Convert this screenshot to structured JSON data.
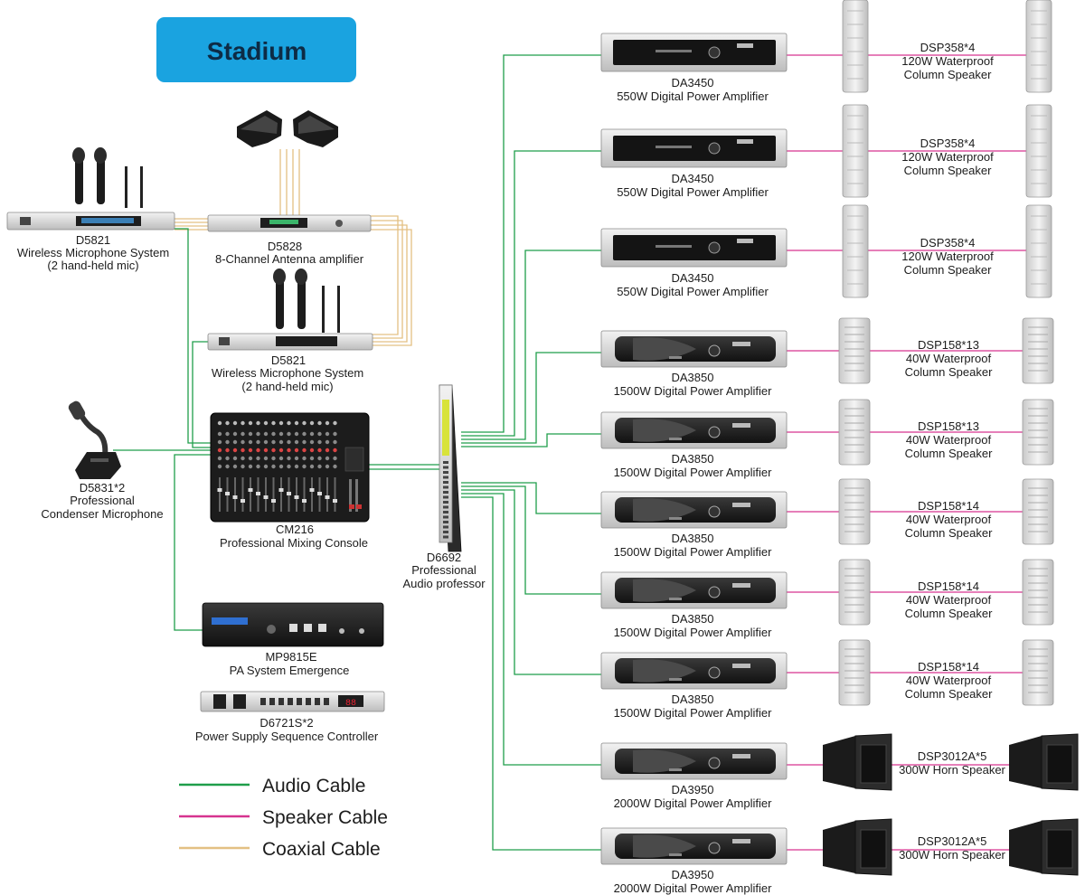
{
  "title": "Stadium",
  "colors": {
    "title_box": "#1aa3e0",
    "audio_cable": "#1f9e4a",
    "speaker_cable": "#d6338f",
    "coaxial_cable": "#e3c083"
  },
  "legend": [
    {
      "label": "Audio Cable",
      "color": "#1f9e4a"
    },
    {
      "label": "Speaker Cable",
      "color": "#d6338f"
    },
    {
      "label": "Coaxial Cable",
      "color": "#e3c083"
    }
  ],
  "left_devices": [
    {
      "icon": "antenna-icon",
      "lines": []
    },
    {
      "icon": "wireless-receiver-icon",
      "lines": [
        "D5821",
        "Wireless Microphone System",
        "(2 hand-held mic)"
      ]
    },
    {
      "icon": "antenna-amplifier-icon",
      "lines": [
        "D5828",
        "8-Channel Antenna amplifier"
      ]
    },
    {
      "icon": "wireless-receiver-icon",
      "lines": [
        "D5821",
        "Wireless Microphone System",
        "(2 hand-held mic)"
      ]
    },
    {
      "icon": "gooseneck-microphone-icon",
      "lines": [
        "D5831*2",
        "Professional",
        "Condenser Microphone"
      ]
    },
    {
      "icon": "mixing-console-icon",
      "lines": [
        "CM216",
        "Professional Mixing Console"
      ]
    },
    {
      "icon": "audio-processor-icon",
      "lines": [
        "D6692",
        "Professional",
        "Audio professor"
      ]
    },
    {
      "icon": "pa-emergency-icon",
      "lines": [
        "MP9815E",
        "PA System Emergence"
      ]
    },
    {
      "icon": "power-sequencer-icon",
      "lines": [
        "D6721S*2",
        "Power Supply Sequence Controller"
      ]
    }
  ],
  "amp_rows": [
    {
      "amp_model": "DA3450",
      "amp_desc": "550W Digital Power Amplifier",
      "speaker_model": "DSP358*4",
      "speaker_desc": [
        "120W Waterproof",
        "Column Speaker"
      ],
      "speaker_type": "column"
    },
    {
      "amp_model": "DA3450",
      "amp_desc": "550W Digital Power Amplifier",
      "speaker_model": "DSP358*4",
      "speaker_desc": [
        "120W Waterproof",
        "Column Speaker"
      ],
      "speaker_type": "column"
    },
    {
      "amp_model": "DA3450",
      "amp_desc": "550W Digital Power Amplifier",
      "speaker_model": "DSP358*4",
      "speaker_desc": [
        "120W Waterproof",
        "Column Speaker"
      ],
      "speaker_type": "column"
    },
    {
      "amp_model": "DA3850",
      "amp_desc": "1500W Digital Power Amplifier",
      "speaker_model": "DSP158*13",
      "speaker_desc": [
        "40W Waterproof",
        "Column Speaker"
      ],
      "speaker_type": "small"
    },
    {
      "amp_model": "DA3850",
      "amp_desc": "1500W Digital Power Amplifier",
      "speaker_model": "DSP158*13",
      "speaker_desc": [
        "40W Waterproof",
        "Column Speaker"
      ],
      "speaker_type": "small"
    },
    {
      "amp_model": "DA3850",
      "amp_desc": "1500W Digital Power Amplifier",
      "speaker_model": "DSP158*14",
      "speaker_desc": [
        "40W Waterproof",
        "Column Speaker"
      ],
      "speaker_type": "small"
    },
    {
      "amp_model": "DA3850",
      "amp_desc": "1500W Digital Power Amplifier",
      "speaker_model": "DSP158*14",
      "speaker_desc": [
        "40W Waterproof",
        "Column Speaker"
      ],
      "speaker_type": "small"
    },
    {
      "amp_model": "DA3850",
      "amp_desc": "1500W Digital Power Amplifier",
      "speaker_model": "DSP158*14",
      "speaker_desc": [
        "40W Waterproof",
        "Column Speaker"
      ],
      "speaker_type": "small"
    },
    {
      "amp_model": "DA3950",
      "amp_desc": "2000W Digital Power Amplifier",
      "speaker_model": "DSP3012A*5",
      "speaker_desc": [
        "300W Horn Speaker"
      ],
      "speaker_type": "horn"
    },
    {
      "amp_model": "DA3950",
      "amp_desc": "2000W Digital Power Amplifier",
      "speaker_model": "DSP3012A*5",
      "speaker_desc": [
        "300W Horn Speaker"
      ],
      "speaker_type": "horn"
    }
  ]
}
